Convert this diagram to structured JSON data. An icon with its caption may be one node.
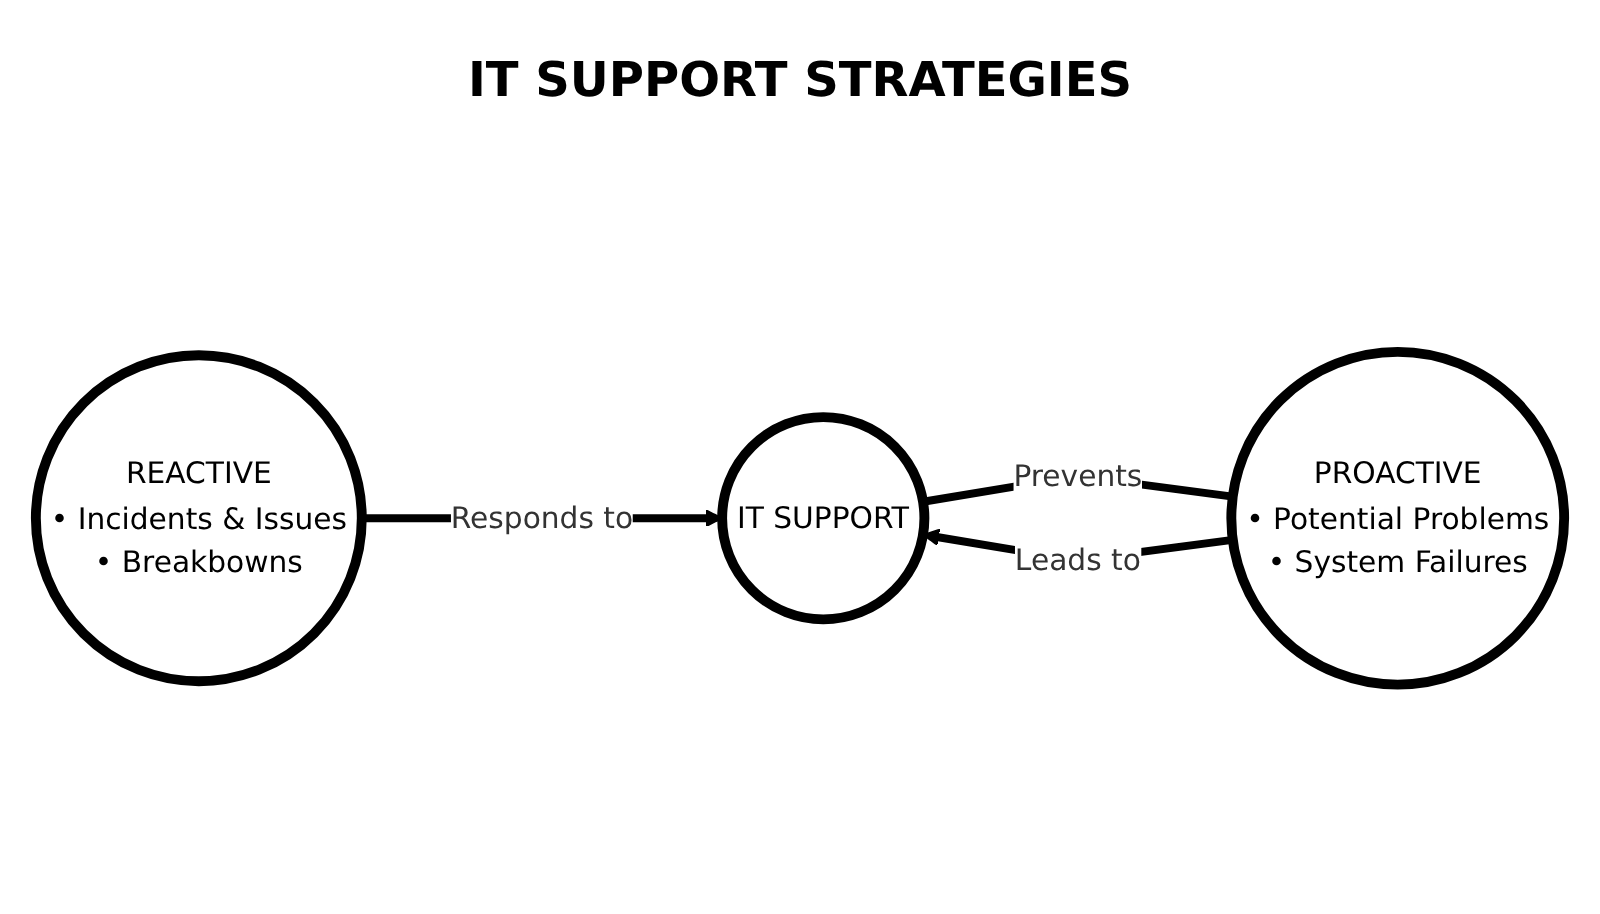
{
  "diagram": {
    "title": "IT SUPPORT STRATEGIES",
    "nodes": [
      {
        "text": [
          "REACTIVE",
          "• Incidents & Issues",
          "• Breakbowns"
        ]
      },
      {
        "text": [
          "IT SUPPORT"
        ]
      },
      {
        "text": [
          "PROACTIVE",
          "• Potential Problems",
          "• System Failures"
        ]
      }
    ],
    "edges": [
      {
        "from": 0,
        "to": 1,
        "arrow": "to",
        "label": "Responds to"
      },
      {
        "from": 1,
        "to": 2,
        "arrow": "none",
        "label": "Prevents"
      },
      {
        "from": 2,
        "to": 1,
        "arrow": "to",
        "label": "Leads to"
      }
    ]
  }
}
